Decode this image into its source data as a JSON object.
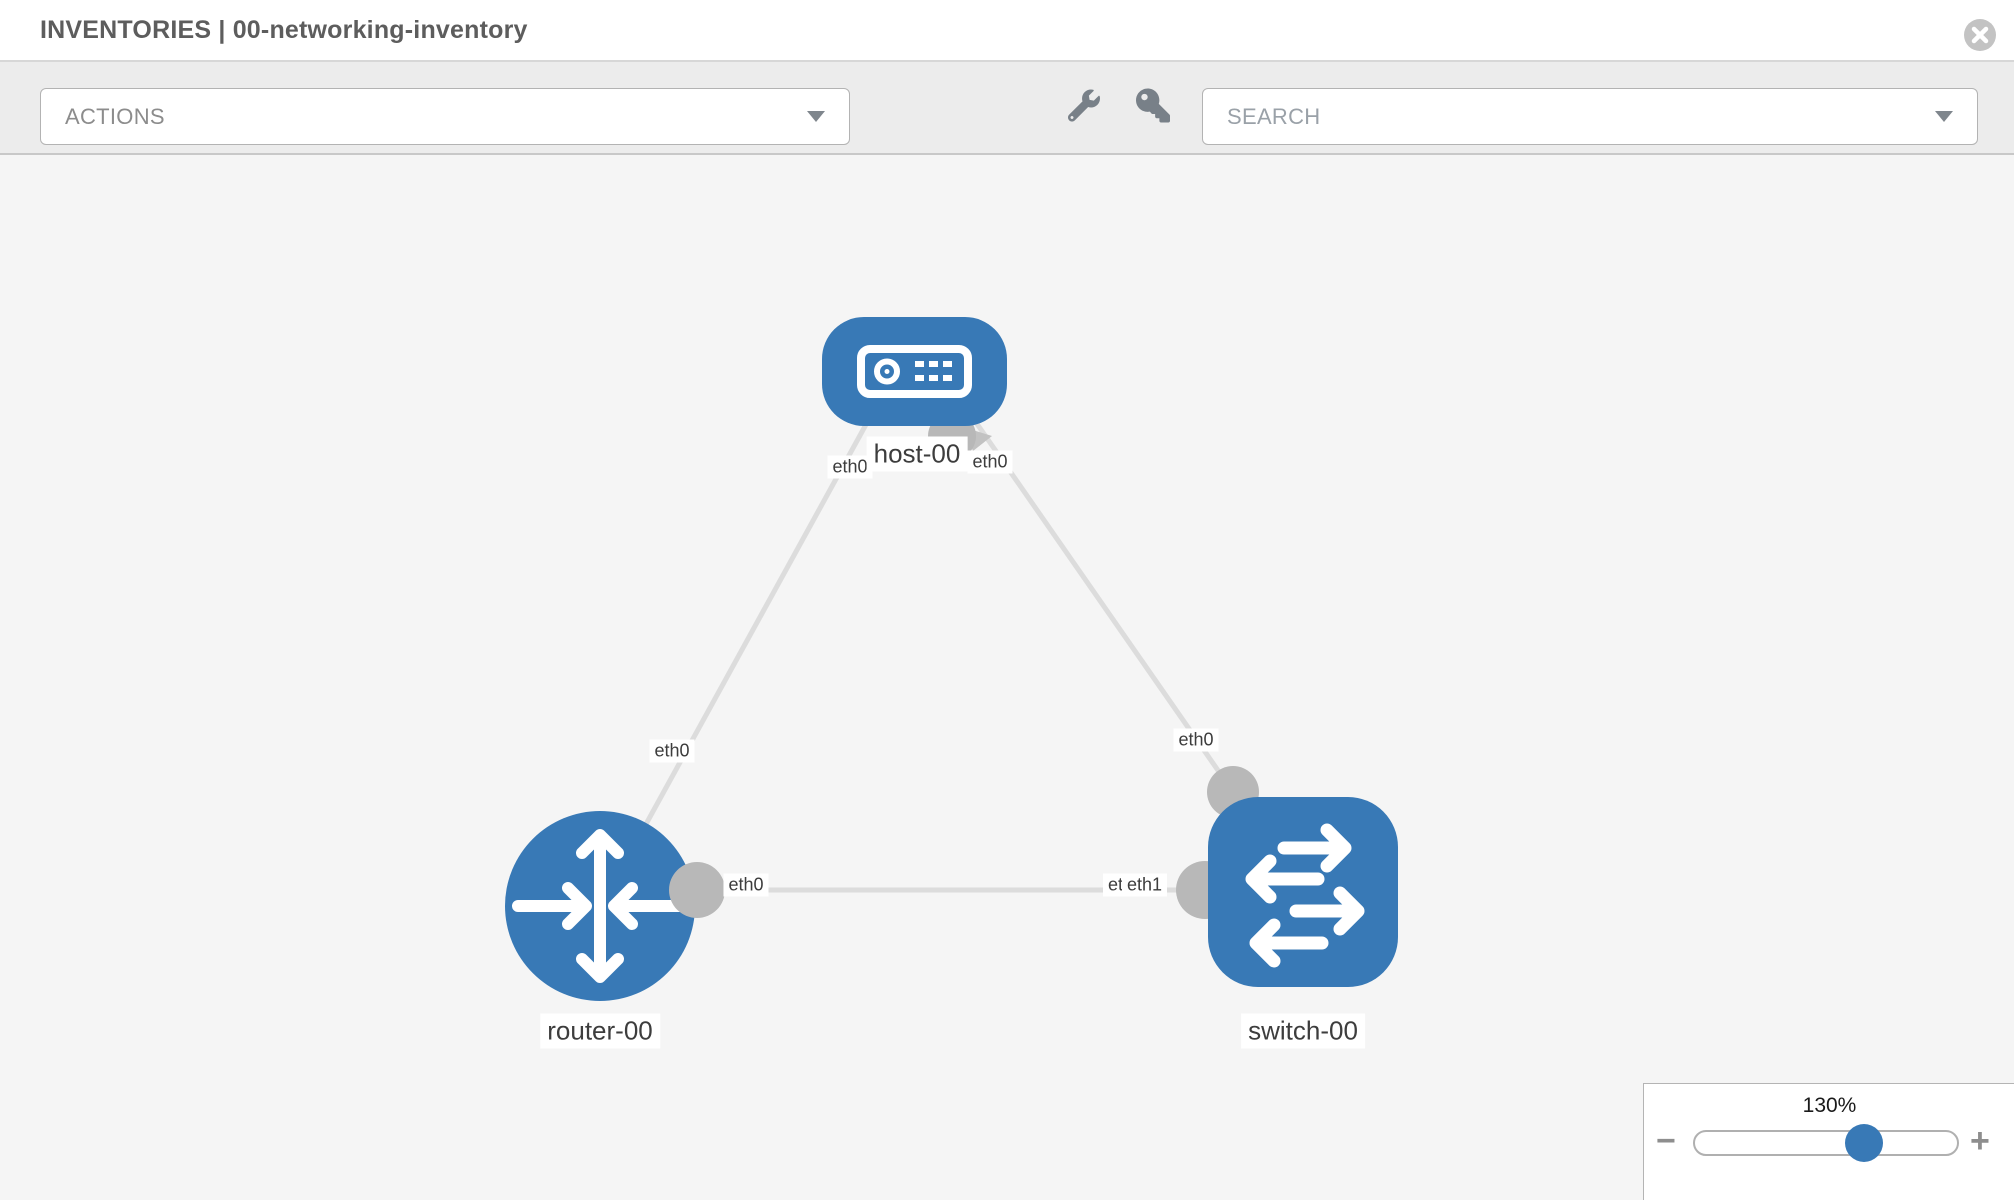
{
  "header": {
    "title": "INVENTORIES | 00-networking-inventory",
    "close_icon": "x-circle"
  },
  "toolbar": {
    "actions_dropdown": {
      "label": "ACTIONS"
    },
    "tools": [
      {
        "icon": "wrench-icon"
      },
      {
        "icon": "key-icon"
      }
    ],
    "search_dropdown": {
      "label": "SEARCH"
    }
  },
  "topology": {
    "nodes": [
      {
        "id": "host-00",
        "type": "host",
        "label": "host-00"
      },
      {
        "id": "router-00",
        "type": "router",
        "label": "router-00"
      },
      {
        "id": "switch-00",
        "type": "switch",
        "label": "switch-00"
      }
    ],
    "links": [
      {
        "from": "host-00",
        "to": "router-00",
        "from_interface": "eth0",
        "to_interface": "eth0"
      },
      {
        "from": "host-00",
        "to": "switch-00",
        "from_interface": "eth0",
        "to_interface": "eth0"
      },
      {
        "from": "router-00",
        "to": "switch-00",
        "from_interface": "eth0",
        "to_interface": "eth1",
        "to_interface_underlay": "eth0"
      }
    ]
  },
  "zoom_control": {
    "level": "130%",
    "minus_label": "−",
    "plus_label": "+"
  },
  "colors": {
    "node_blue": "#3879b6",
    "link_gray": "#dcdcdc",
    "interface_gray": "#b8b8b8",
    "toolbar_bg": "#ececec",
    "canvas_bg": "#f5f5f5"
  }
}
